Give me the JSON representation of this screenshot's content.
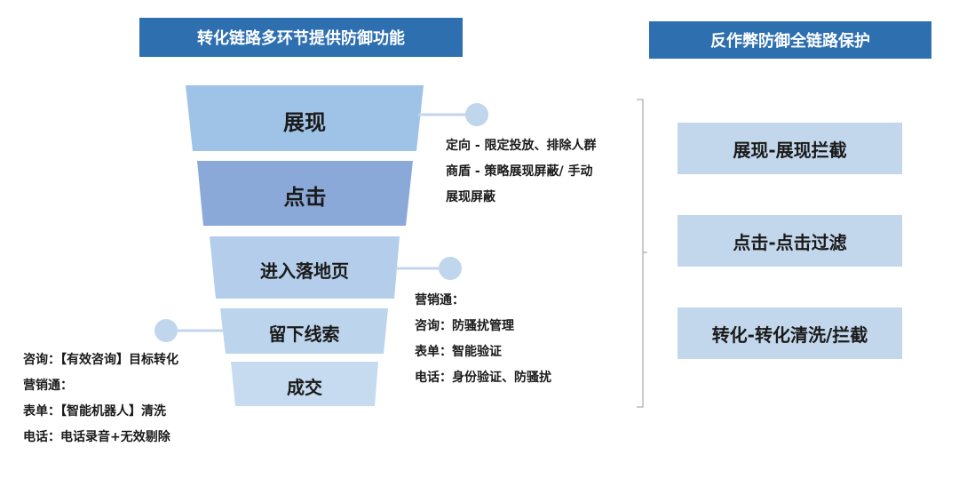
{
  "headers": {
    "left": "转化链路多环节提供防御功能",
    "right": "反作弊防御全链路保护"
  },
  "funnel": {
    "stages": [
      "展现",
      "点击",
      "进入落地页",
      "留下线索",
      "成交"
    ]
  },
  "notes": {
    "top": [
      "定向 - 限定投放、排除人群",
      "商盾 - 策略展现屏蔽/ 手动",
      "展现屏蔽"
    ],
    "middle": [
      "营销通：",
      "咨询：防骚扰管理",
      "表单：智能验证",
      "电话：身份验证、防骚扰"
    ],
    "left": [
      "咨询：【有效咨询】目标转化",
      "营销通：",
      "表单：【智能机器人】清洗",
      "电话：电话录音+无效剔除"
    ]
  },
  "protection": [
    "展现-展现拦截",
    "点击-点击过滤",
    "转化-转化清洗/拦截"
  ],
  "colors": {
    "header_bg": "#2e6fb0",
    "stage_light": "#9fc3e6",
    "stage_dark": "#8aa9d8",
    "stage_pale": "#bcd4ec",
    "connector": "#c0d6ed",
    "box_bg": "#c3d7ec"
  }
}
